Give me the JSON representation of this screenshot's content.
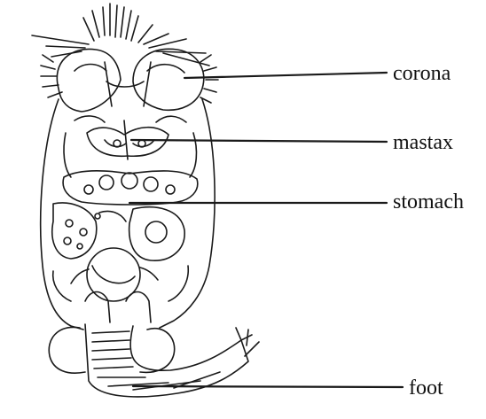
{
  "labels": [
    {
      "id": "corona",
      "text": "corona"
    },
    {
      "id": "mastax",
      "text": "mastax"
    },
    {
      "id": "stomach",
      "text": "stomach"
    },
    {
      "id": "foot",
      "text": "foot"
    }
  ],
  "colors": {
    "ink": "#111111",
    "background": "#ffffff"
  }
}
